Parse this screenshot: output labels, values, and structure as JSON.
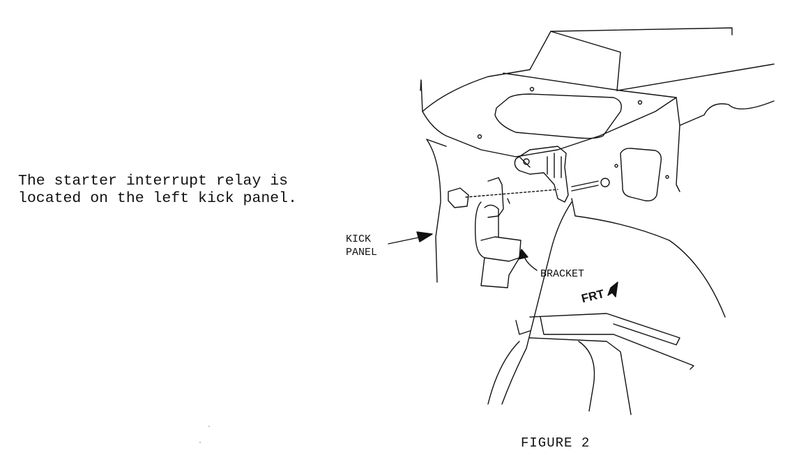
{
  "description": {
    "line1": "The starter interrupt relay is",
    "line2": "located on the left kick panel."
  },
  "labels": {
    "kick_line1": "KICK",
    "kick_line2": "PANEL",
    "bracket": "BRACKET",
    "front": "FRT"
  },
  "caption": "FIGURE 2"
}
